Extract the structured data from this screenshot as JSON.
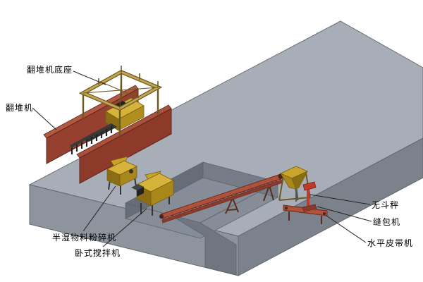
{
  "diagram": {
    "type": "isometric-equipment-layout",
    "labels": {
      "turner_base": "翻堆机底座",
      "turner": "翻堆机",
      "crusher": "半湿物料粉碎机",
      "mixer": "卧式搅拌机",
      "hopperless_scale": "无斗秤",
      "bag_sewing_machine": "缝包机",
      "horizontal_belt_conveyor": "水平皮带机"
    },
    "colors": {
      "platform_top": "#a7aeb8",
      "platform_front_right": "#7b828c",
      "platform_front_left": "#8d949e",
      "pit_wall_dark": "#666d77",
      "pit_wall_light": "#757c86",
      "pit_floor": "#868d97",
      "track_wall_red": "#96402f",
      "truss_tan": "#c2a452",
      "machine_yellow": "#d6b33a",
      "machine_yellow_shade": "#a8871b",
      "conveyor_red": "#b05139",
      "sewing_red": "#c03a2a",
      "label_text": "#000000",
      "leader_line": "#222222"
    }
  }
}
